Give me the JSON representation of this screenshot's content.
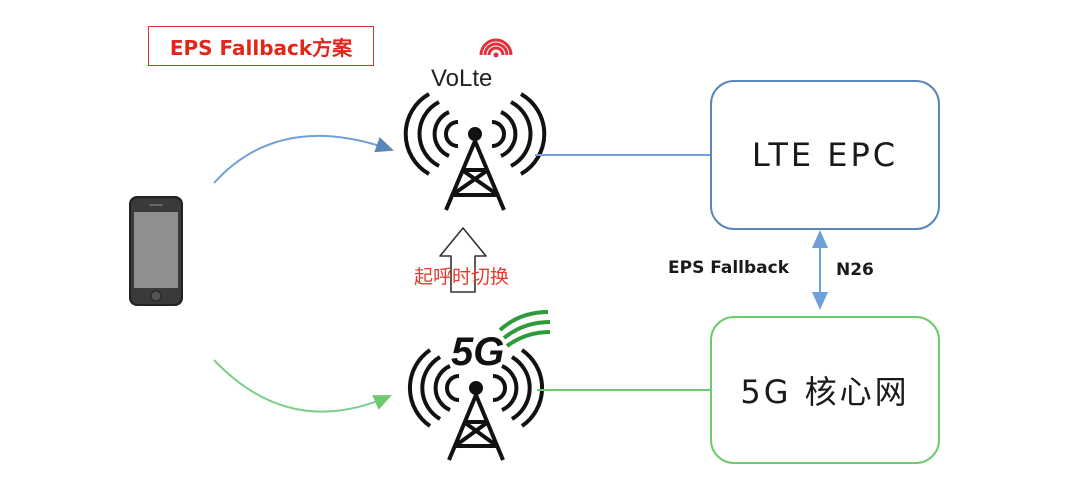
{
  "title": "EPS Fallback方案",
  "logos": {
    "volte": "VoLte",
    "fiveg": "5G"
  },
  "nodes": {
    "epc": "LTE EPC",
    "core": "5G 核心网"
  },
  "links": {
    "fallback": "EPS Fallback",
    "n26": "N26"
  },
  "switch_label": "起呼时切换",
  "colors": {
    "lte": "#5b86b8",
    "nr": "#6dca6d",
    "accent": "#e3261c"
  },
  "icons": [
    "phone-icon",
    "signal-waves-icon",
    "antenna-tower-icon",
    "up-arrow-icon"
  ]
}
